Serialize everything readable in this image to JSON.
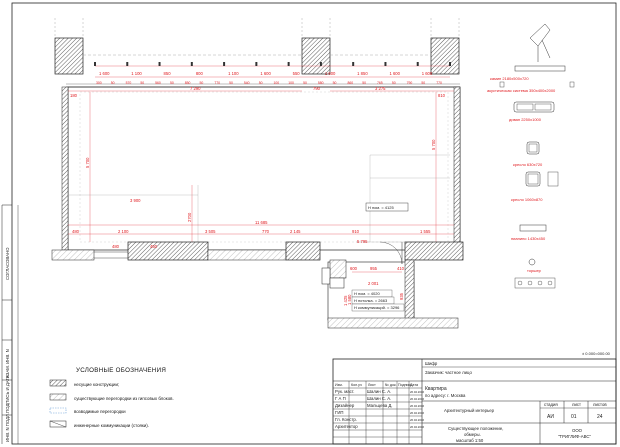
{
  "floor_plan": {
    "dims_top_red": [
      "1 600",
      "1 100",
      "850",
      "800",
      "1 100",
      "1 600",
      "550",
      "1 600",
      "1 850",
      "1 600",
      "1 600"
    ],
    "dims_top_small": [
      "300",
      "50",
      "570",
      "50",
      "560",
      "50",
      "850",
      "50",
      "770",
      "50",
      "540",
      "50",
      "100",
      "100",
      "50",
      "580",
      "50",
      "860",
      "50",
      "765",
      "50",
      "790",
      "50",
      "770"
    ],
    "dim_overall_left": "7 290",
    "dim_overall_mid": "790",
    "dim_overall_right": "3 275",
    "dim_left_vertical": "5 700",
    "dim_right_vertical": "5 700",
    "dim_left_small": "180",
    "dim_right_small": "810",
    "dim_mid_vertical": "2700",
    "dim_3900": "3 900",
    "dim_11685": "11 685",
    "bottom_dims_red": [
      "480",
      "2 100",
      "3 505",
      "770",
      "2 145",
      "910",
      "1 555"
    ],
    "dim_5795": "5 795",
    "dim_480_v": "450",
    "dim_480_v2": "480",
    "dim_600": "600",
    "dim_955": "955",
    "dim_410": "410",
    "dim_2001": "2 001",
    "dim_1580": "1 580",
    "dim_1425": "1 425",
    "dim_935": "935",
    "h_room": "H пом. = 4125",
    "h_room2": "H пом. = 4020",
    "h_ceiling": "H потолка. = 2663",
    "h_comm": "H коммуникаций. = 3296"
  },
  "furniture": {
    "items": [
      {
        "label": "камин 2180х500х720"
      },
      {
        "label": "акустическая система 350х400х2000"
      },
      {
        "label": "диван 2250х1000"
      },
      {
        "label": "кресло 630х720"
      },
      {
        "label": "кресло 1060х870"
      },
      {
        "label": "пианино 1430х450"
      },
      {
        "label": "торшер"
      }
    ]
  },
  "elevation_mark": "± 0.000=000.00",
  "side_labels": {
    "agreed": "СОГЛАСОВАНО",
    "inv_num": "ИНВ. N ПОДЛ.",
    "signature_date": "ПОДПИСЬ И ДАТА",
    "replace_inv": "ВЗАМ. ИНВ. N"
  },
  "legend": {
    "title": "УСЛОВНЫЕ  ОБОЗНАЧЕНИЯ",
    "items": [
      {
        "text": "несущие конструкции;"
      },
      {
        "text": "существующие перегородки из гипсовых блоков."
      },
      {
        "text": "возводимые перегородки"
      },
      {
        "text": "инженерные коммуникации (стояки)."
      }
    ]
  },
  "title_block": {
    "code_label": "Шифр",
    "client": "Заказчик: частное лицо",
    "object_line1": "Квартира",
    "object_line2": "по адресу: г. Москва",
    "section": "Архитектурный интерьер",
    "sheet_title_1": "Существующее положение,",
    "sheet_title_2": "обмеры.",
    "sheet_title_3": "масштаб 1:50",
    "header_cols": [
      "Изм.",
      "Кол.уч",
      "Лист",
      "№ док.",
      "Подпись",
      "Дата"
    ],
    "people": [
      {
        "role": "Рук. маст.",
        "name": "Шалин С. А.",
        "date": "26.02.2016"
      },
      {
        "role": "Г А П",
        "name": "Шалин С. А.",
        "date": "26.02.2016"
      },
      {
        "role": "Дизайнер",
        "name": "Мальцева Д.",
        "date": "26.02.2016"
      },
      {
        "role": "ГИП",
        "name": "",
        "date": "26.02.2016"
      },
      {
        "role": "Гл. Констр.",
        "name": "",
        "date": "26.02.2016"
      },
      {
        "role": "Архитектор",
        "name": "",
        "date": "26.02.2016"
      }
    ],
    "stage_label": "стадия",
    "sheet_label": "лист",
    "sheets_label": "листов",
    "stage": "АИ",
    "sheet": "01",
    "sheets": "24",
    "company_1": "ООО",
    "company_2": "\"ТРИГЛИФ-АВС\""
  }
}
